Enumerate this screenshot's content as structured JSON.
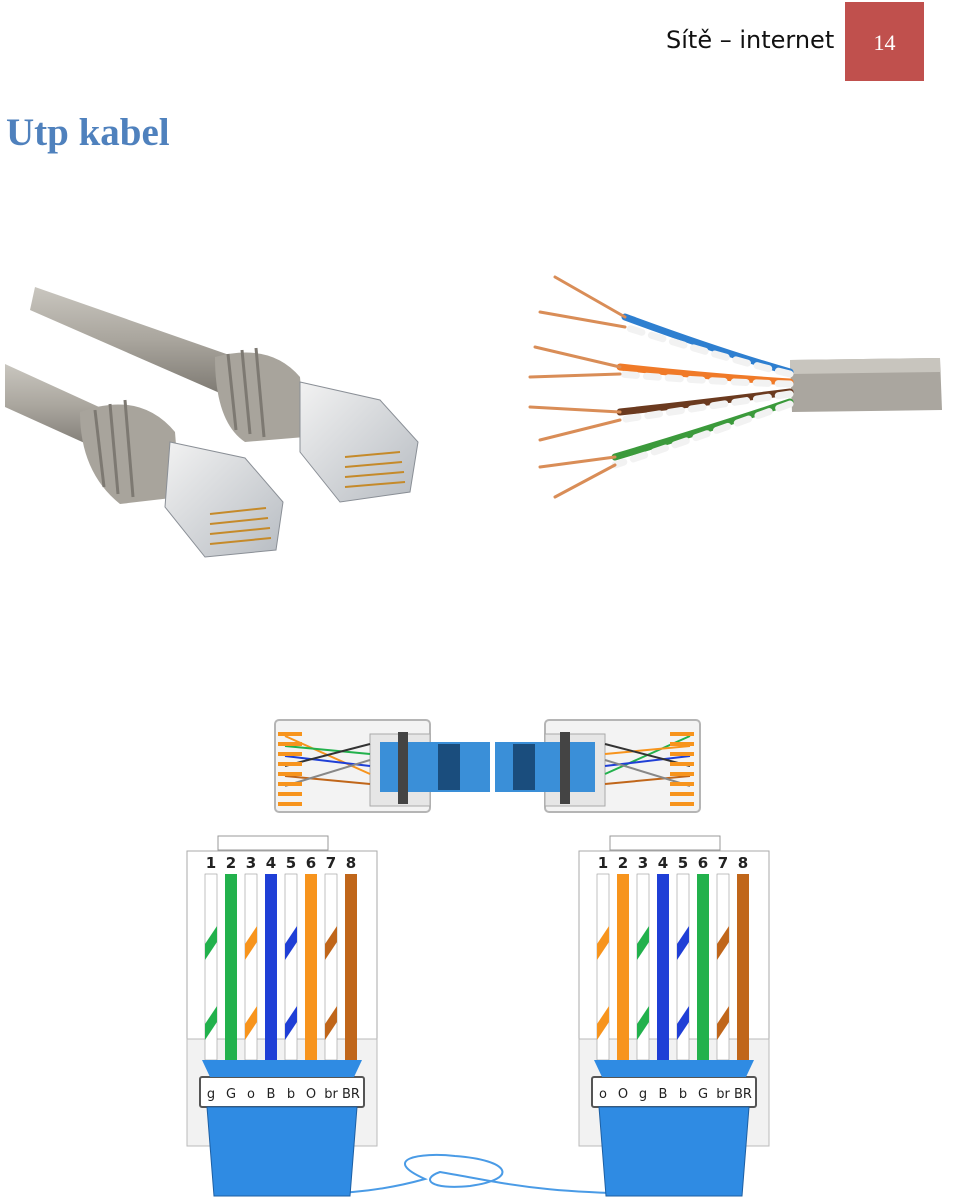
{
  "header": {
    "title": "Sítě – internet",
    "page_number": "14"
  },
  "heading": "Utp kabel",
  "left_plug": {
    "pin_numbers": [
      "1",
      "2",
      "3",
      "4",
      "5",
      "6",
      "7",
      "8"
    ],
    "wire_labels": [
      "g",
      "G",
      "o",
      "B",
      "b",
      "O",
      "br",
      "BR"
    ],
    "wire_colors": [
      "#ffffff|#22b14c",
      "#22b14c",
      "#ffffff|#f7941d",
      "#1f3fd6",
      "#ffffff|#1f3fd6",
      "#f7941d",
      "#ffffff|#c0661a",
      "#c0661a"
    ]
  },
  "right_plug": {
    "pin_numbers": [
      "1",
      "2",
      "3",
      "4",
      "5",
      "6",
      "7",
      "8"
    ],
    "wire_labels": [
      "o",
      "O",
      "g",
      "B",
      "b",
      "G",
      "br",
      "BR"
    ],
    "wire_colors": [
      "#ffffff|#f7941d",
      "#f7941d",
      "#ffffff|#22b14c",
      "#1f3fd6",
      "#ffffff|#1f3fd6",
      "#22b14c",
      "#ffffff|#c0661a",
      "#c0661a"
    ]
  }
}
